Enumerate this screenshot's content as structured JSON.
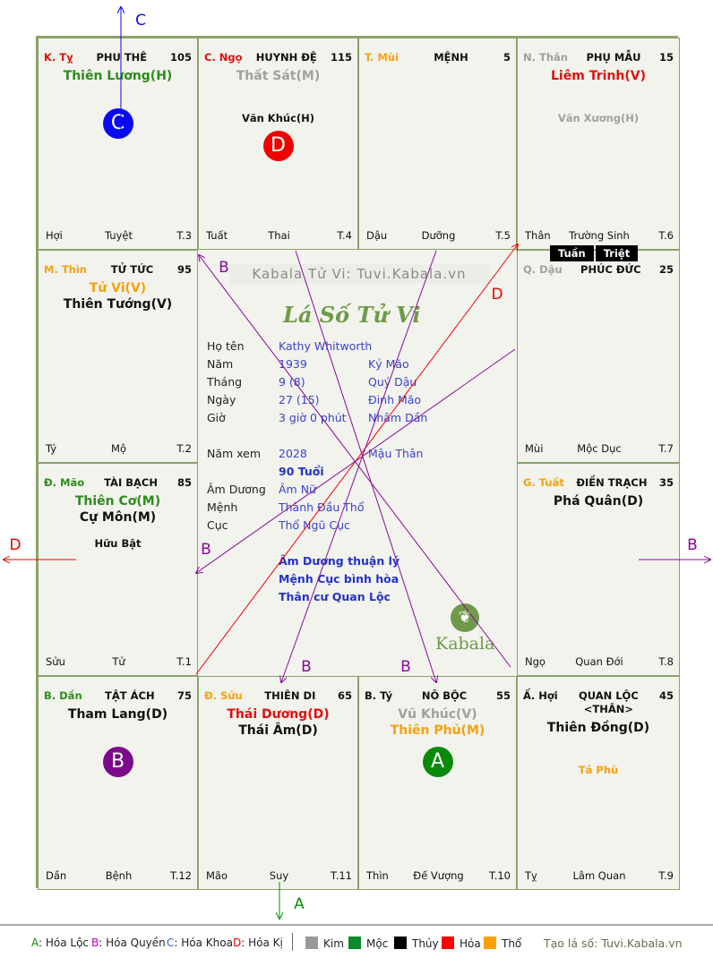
{
  "cells": [
    {
      "can": "K. Tỵ",
      "can_color": "#e01010",
      "palace": "PHU THÊ",
      "age": "105",
      "stars": [
        {
          "name": "Thiên Lương(H)",
          "color": "#2e8b1e"
        }
      ],
      "minor": [],
      "circle": {
        "letter": "C",
        "color": "#0a0af0"
      },
      "foot": [
        "Hợi",
        "Tuyệt",
        "T.3"
      ]
    },
    {
      "can": "C. Ngọ",
      "can_color": "#e01010",
      "palace": "HUYNH ĐỆ",
      "age": "115",
      "stars": [
        {
          "name": "Thất Sát(M)",
          "color": "#a0a0a0"
        }
      ],
      "minor": [
        {
          "name": "Văn Khúc(H)",
          "color": "#111"
        }
      ],
      "circle": {
        "letter": "D",
        "color": "#f00000"
      },
      "foot": [
        "Tuất",
        "Thai",
        "T.4"
      ]
    },
    {
      "can": "T. Mùi",
      "can_color": "#f5a10f",
      "palace": "MỆNH",
      "age": "5",
      "stars": [],
      "minor": [],
      "circle": null,
      "foot": [
        "Dậu",
        "Dưỡng",
        "T.5"
      ]
    },
    {
      "can": "N. Thân",
      "can_color": "#a0a0a0",
      "palace": "PHỤ MẪU",
      "age": "15",
      "stars": [
        {
          "name": "Liêm Trinh(V)",
          "color": "#e01010"
        }
      ],
      "minor": [
        {
          "name": "Văn Xương(H)",
          "color": "#a0a0a0"
        }
      ],
      "circle": null,
      "foot": [
        "Thân",
        "Trường Sinh",
        "T.6"
      ]
    },
    {
      "can": "M. Thìn",
      "can_color": "#f5a10f",
      "palace": "TỬ TỨC",
      "age": "95",
      "stars": [
        {
          "name": "Tử Vi(V)",
          "color": "#f5a10f"
        },
        {
          "name": "Thiên Tướng(V)",
          "color": "#111"
        }
      ],
      "minor": [],
      "circle": null,
      "foot": [
        "Tý",
        "Mộ",
        "T.2"
      ]
    },
    {
      "can": "Q. Dậu",
      "can_color": "#a0a0a0",
      "palace": "PHÚC ĐỨC",
      "age": "25",
      "stars": [],
      "minor": [],
      "circle": null,
      "foot": [
        "Mùi",
        "Mộc Dục",
        "T.7"
      ]
    },
    {
      "can": "Đ. Mão",
      "can_color": "#2e8b1e",
      "palace": "TÀI BẠCH",
      "age": "85",
      "stars": [
        {
          "name": "Thiên Cơ(M)",
          "color": "#2e8b1e"
        },
        {
          "name": "Cự Môn(M)",
          "color": "#111"
        }
      ],
      "minor": [
        {
          "name": "Hữu Bật",
          "color": "#111"
        }
      ],
      "circle": null,
      "foot": [
        "Sửu",
        "Tử",
        "T.1"
      ]
    },
    {
      "can": "G. Tuất",
      "can_color": "#f5a10f",
      "palace": "ĐIỀN TRẠCH",
      "age": "35",
      "stars": [
        {
          "name": "Phá Quân(D)",
          "color": "#111"
        }
      ],
      "minor": [],
      "circle": null,
      "foot": [
        "Ngọ",
        "Quan Đới",
        "T.8"
      ]
    },
    {
      "can": "B. Dần",
      "can_color": "#2e8b1e",
      "palace": "TẬT ÁCH",
      "age": "75",
      "stars": [
        {
          "name": "Tham Lang(D)",
          "color": "#111"
        }
      ],
      "minor": [],
      "circle": {
        "letter": "B",
        "color": "#7b0a8a"
      },
      "foot": [
        "Dần",
        "Bệnh",
        "T.12"
      ]
    },
    {
      "can": "Đ. Sửu",
      "can_color": "#f5a10f",
      "palace": "THIÊN DI",
      "age": "65",
      "stars": [
        {
          "name": "Thái Dương(D)",
          "color": "#e01010"
        },
        {
          "name": "Thái Âm(D)",
          "color": "#111"
        }
      ],
      "minor": [],
      "circle": null,
      "foot": [
        "Mão",
        "Suy",
        "T.11"
      ]
    },
    {
      "can": "B. Tý",
      "can_color": "#111",
      "palace": "NÔ BỘC",
      "age": "55",
      "stars": [
        {
          "name": "Vũ Khúc(V)",
          "color": "#a0a0a0"
        },
        {
          "name": "Thiên Phủ(M)",
          "color": "#f5a10f"
        }
      ],
      "minor": [],
      "circle": {
        "letter": "A",
        "color": "#0a8a0a"
      },
      "foot": [
        "Thìn",
        "Đế Vượng",
        "T.10"
      ]
    },
    {
      "can": "Ấ. Hợi",
      "can_color": "#111",
      "palace": "QUAN LỘC <THÂN>",
      "age": "45",
      "stars": [
        {
          "name": "Thiên Đồng(D)",
          "color": "#111"
        }
      ],
      "minor": [
        {
          "name": "Tả Phù",
          "color": "#f5a10f"
        }
      ],
      "circle": null,
      "foot": [
        "Tỵ",
        "Lâm Quan",
        "T.9"
      ]
    }
  ],
  "tuan_triet": [
    "Tuần",
    "Triệt"
  ],
  "center": {
    "banner": "Kabala Tử Vi: Tuvi.Kabala.vn",
    "script_title": "Lá Số Tử Vi",
    "rows": [
      {
        "label": "Họ tên",
        "v1": "Kathy Whitworth",
        "v2": ""
      },
      {
        "label": "Năm",
        "v1": "1939",
        "v2": "Kỷ Mão"
      },
      {
        "label": "Tháng",
        "v1": "9  (8)",
        "v2": "Quý Dậu"
      },
      {
        "label": "Ngày",
        "v1": "27  (15)",
        "v2": "Đinh Mão"
      },
      {
        "label": "Giờ",
        "v1": "3 giờ 0 phút",
        "v2": "Nhâm Dần"
      },
      {
        "label": "Năm xem",
        "v1": "2028",
        "v2": "Mậu Thân"
      },
      {
        "label": "",
        "v1": "90 Tuổi",
        "v2": ""
      },
      {
        "label": "Âm Dương",
        "v1": "Âm Nữ",
        "v2": ""
      },
      {
        "label": "Mệnh",
        "v1": "Thành Đầu Thổ",
        "v2": ""
      },
      {
        "label": "Cục",
        "v1": "Thổ Ngũ Cục",
        "v2": ""
      }
    ],
    "notes": [
      "Âm Dương thuận lý",
      "Mệnh Cục bình hòa",
      "Thân cư Quan Lộc"
    ],
    "brand": "Kabala"
  },
  "arrows": {
    "A": "A",
    "B": "B",
    "C": "C",
    "D": "D"
  },
  "colors": {
    "A": "#0a8a0a",
    "B": "#8a0a9a",
    "C": "#0a0af0",
    "D": "#f00000"
  },
  "legend": {
    "hoa": [
      {
        "key": "A",
        "text": ": Hóa Lộc",
        "color": "#0a8a0a"
      },
      {
        "key": "B",
        "text": ": Hóa Quyền",
        "color": "#c000c0"
      },
      {
        "key": "C",
        "text": ": Hóa Khoa",
        "color": "#3060f0"
      },
      {
        "key": "D",
        "text": ": Hóa Kị",
        "color": "#f00000"
      }
    ],
    "elements": [
      {
        "name": "Kim",
        "color": "#999999"
      },
      {
        "name": "Mộc",
        "color": "#0a8a2a"
      },
      {
        "name": "Thủy",
        "color": "#000000"
      },
      {
        "name": "Hỏa",
        "color": "#ff0000"
      },
      {
        "name": "Thổ",
        "color": "#ffa000"
      }
    ],
    "credit": "Tạo lá số: Tuvi.Kabala.vn"
  }
}
